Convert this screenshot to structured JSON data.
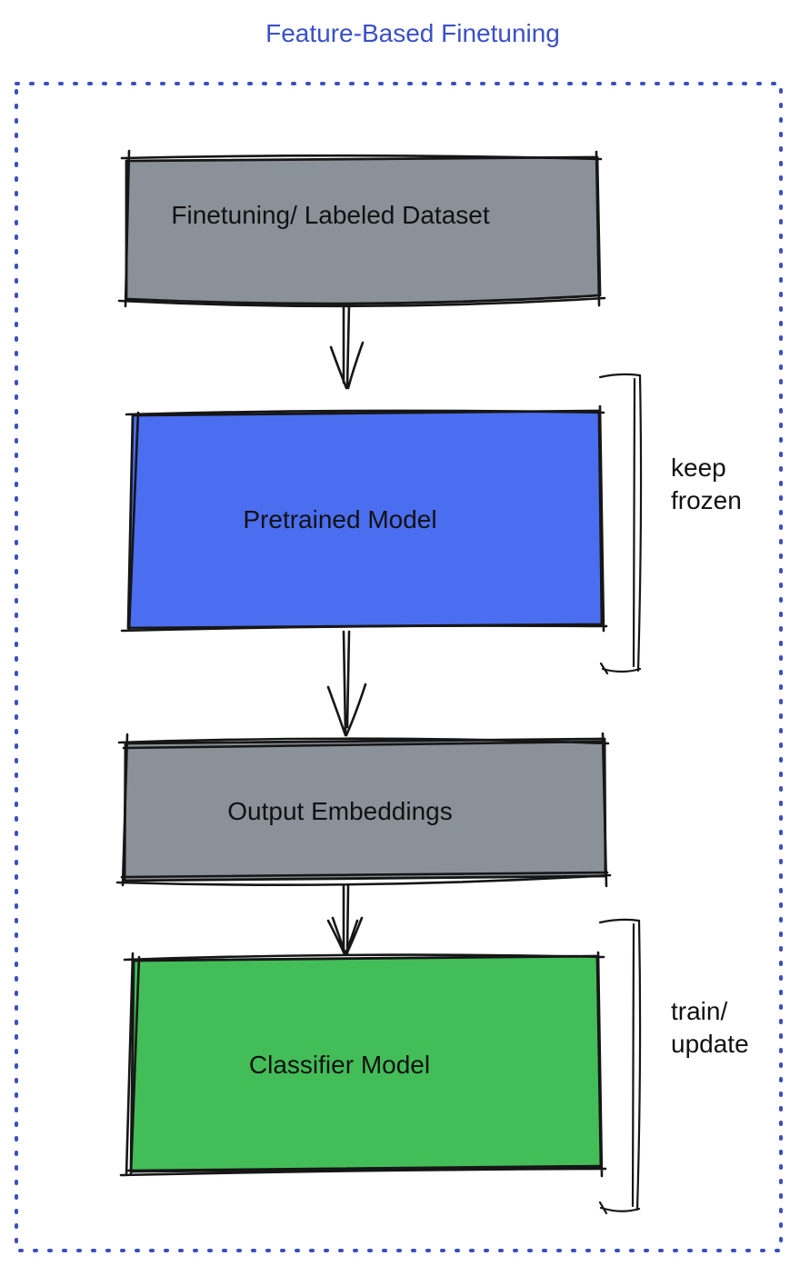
{
  "title": "Feature-Based Finetuning",
  "colors": {
    "title_text": "#3a50c8",
    "frame_border": "#3a4fc1",
    "outline_ink": "#161616",
    "label_text": "#111111"
  },
  "boxes": {
    "dataset": {
      "label": "Finetuning/ Labeled Dataset",
      "fill": "#8a9199"
    },
    "pretrained": {
      "label": "Pretrained Model",
      "fill": "#4b6ef0"
    },
    "embeddings": {
      "label": "Output Embeddings",
      "fill": "#8a9199"
    },
    "classifier": {
      "label": "Classifier Model",
      "fill": "#43bd58"
    }
  },
  "annotations": {
    "keep_frozen": {
      "line1": "keep",
      "line2": "frozen",
      "target": "pretrained"
    },
    "train_update": {
      "line1": "train/",
      "line2": "update",
      "target": "classifier"
    }
  },
  "connections": [
    {
      "from": "dataset",
      "to": "pretrained"
    },
    {
      "from": "pretrained",
      "to": "embeddings"
    },
    {
      "from": "embeddings",
      "to": "classifier"
    }
  ]
}
